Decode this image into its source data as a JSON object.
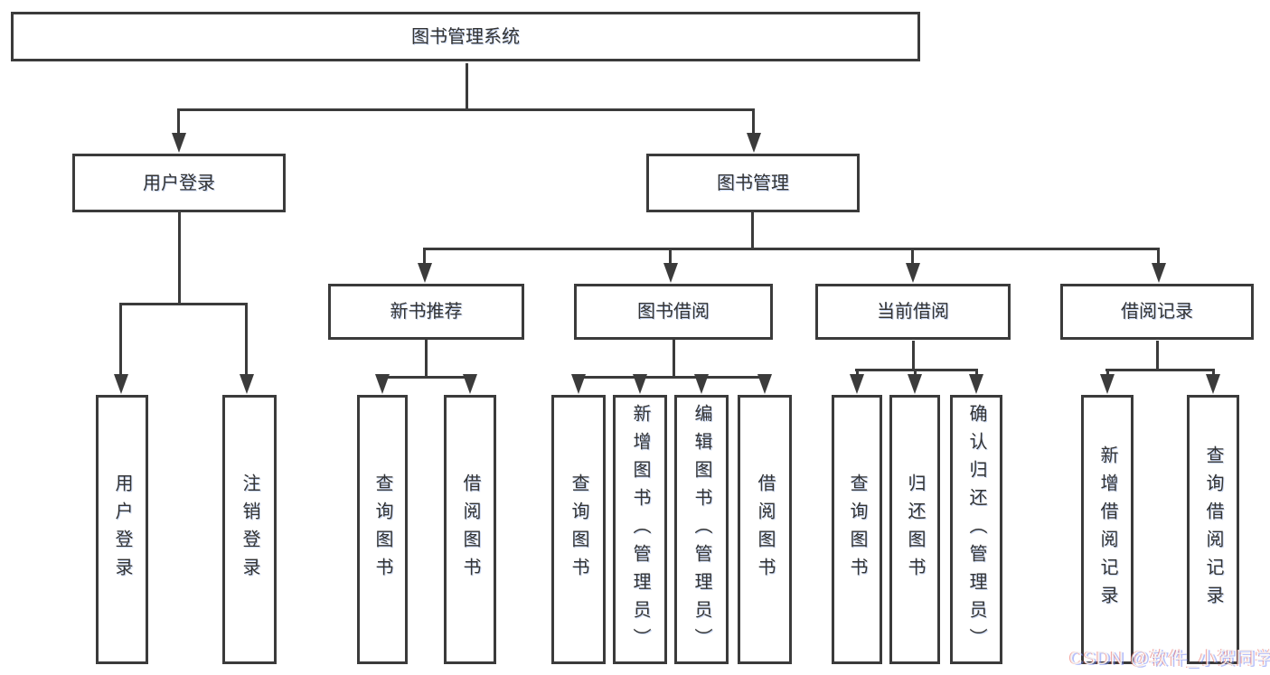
{
  "tree": {
    "root": "图书管理系统",
    "branches": [
      {
        "label": "用户登录",
        "leaves": [
          "用户登录",
          "注销登录"
        ]
      },
      {
        "label": "图书管理",
        "sub_branches": [
          {
            "label": "新书推荐",
            "leaves": [
              "查询图书",
              "借阅图书"
            ]
          },
          {
            "label": "图书借阅",
            "leaves": [
              "查询图书",
              "新增图书（管理员）",
              "编辑图书（管理员）",
              "借阅图书"
            ]
          },
          {
            "label": "当前借阅",
            "leaves": [
              "查询图书",
              "归还图书",
              "确认归还（管理员）"
            ]
          },
          {
            "label": "借阅记录",
            "leaves": [
              "新增借阅记录",
              "查询借阅记录"
            ]
          }
        ]
      }
    ]
  },
  "watermark": "CSDN @软件_小贺同学",
  "colors": {
    "line": "#3b3b3b",
    "text": "#333333",
    "background": "#ffffff"
  }
}
